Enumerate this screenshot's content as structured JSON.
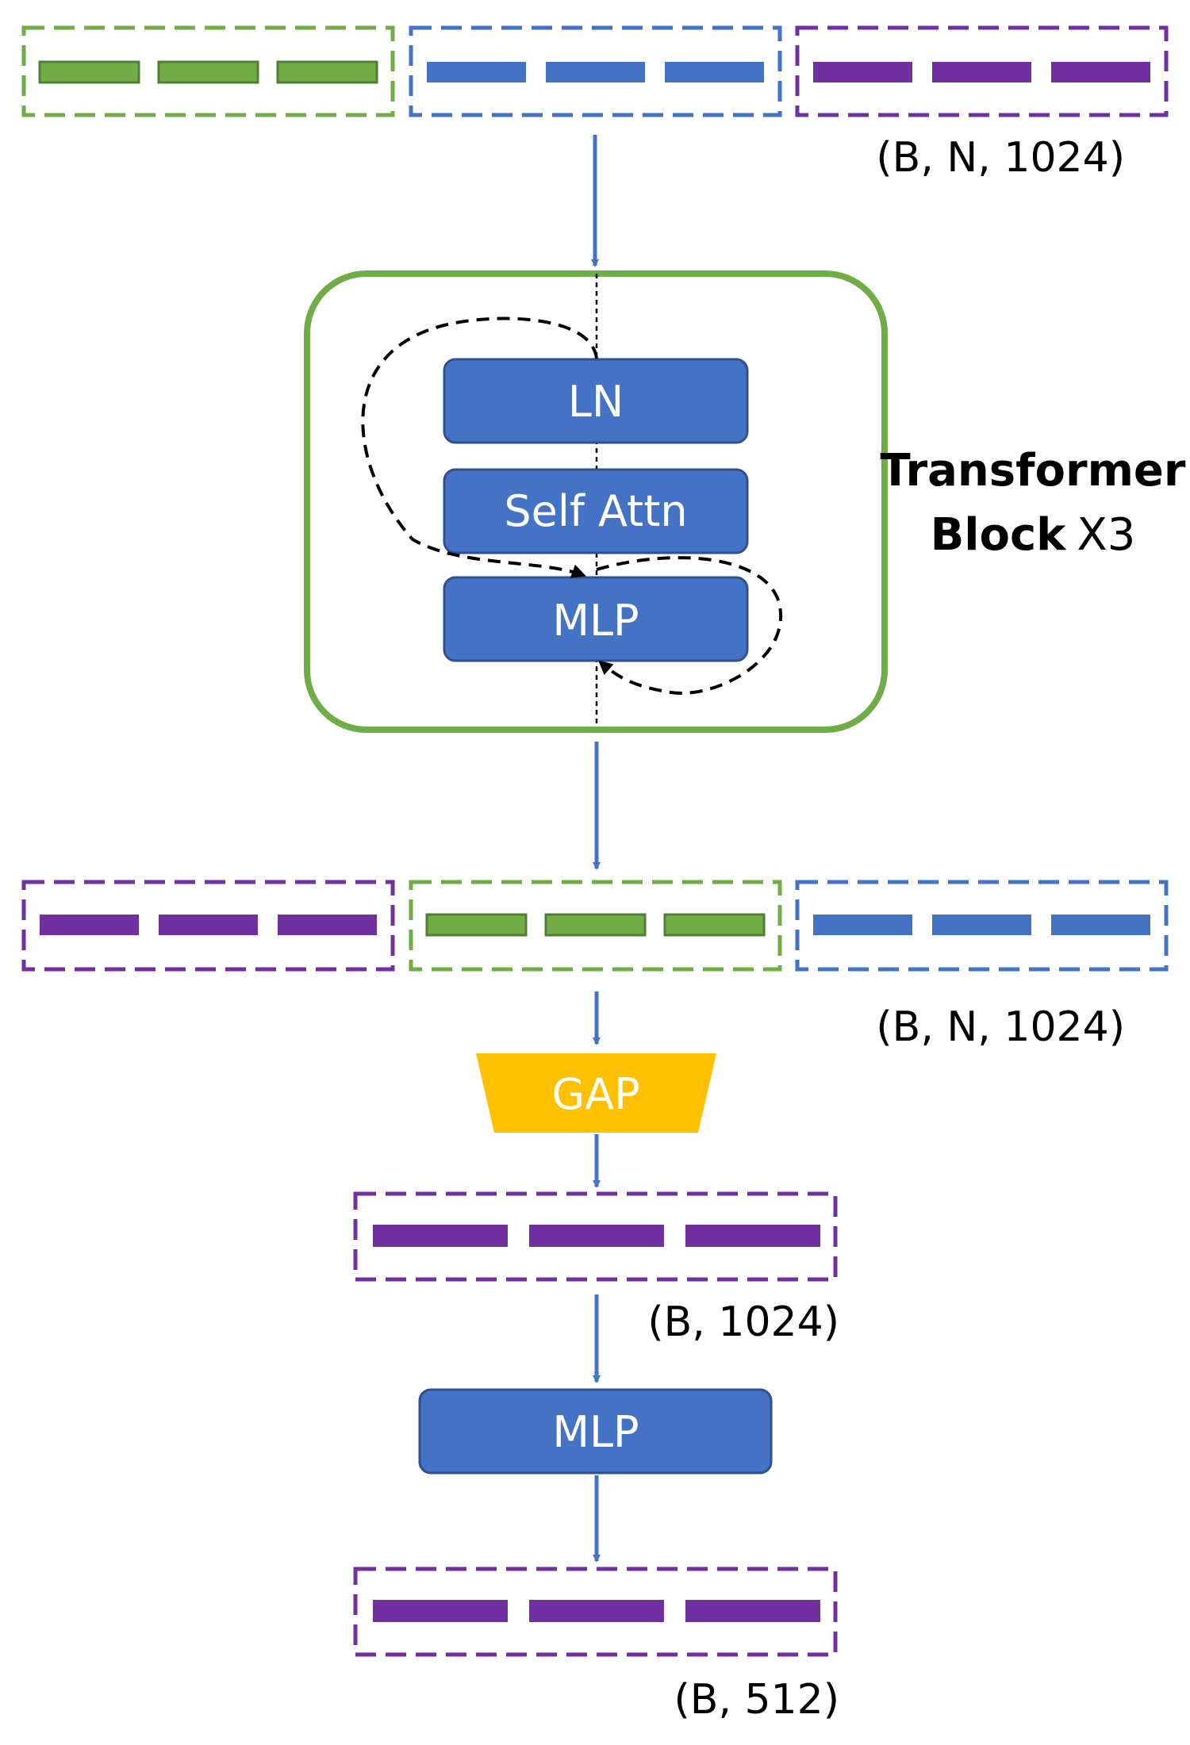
{
  "colors": {
    "green": "#70AD47",
    "green_dark": "#507E32",
    "blue": "#4472C4",
    "blue_dark": "#2F528F",
    "purple": "#7030A0",
    "yellow": "#FFC000",
    "black": "#000000",
    "white": "#FFFFFF"
  },
  "top_tensor": {
    "groups": [
      "green",
      "blue",
      "purple"
    ],
    "shape_label": "(B, N, 1024)"
  },
  "transformer": {
    "title_bold_1": "Transformer",
    "title_bold_2": "Block",
    "repeat": "X3",
    "layers": {
      "ln": "LN",
      "attn": "Self Attn",
      "mlp": "MLP"
    }
  },
  "mid_tensor": {
    "groups": [
      "purple",
      "green",
      "blue"
    ],
    "shape_label": "(B, N, 1024)"
  },
  "gap": {
    "label": "GAP"
  },
  "pooled": {
    "shape_label": "(B, 1024)"
  },
  "head_mlp": {
    "label": "MLP"
  },
  "output": {
    "shape_label": "(B, 512)"
  }
}
